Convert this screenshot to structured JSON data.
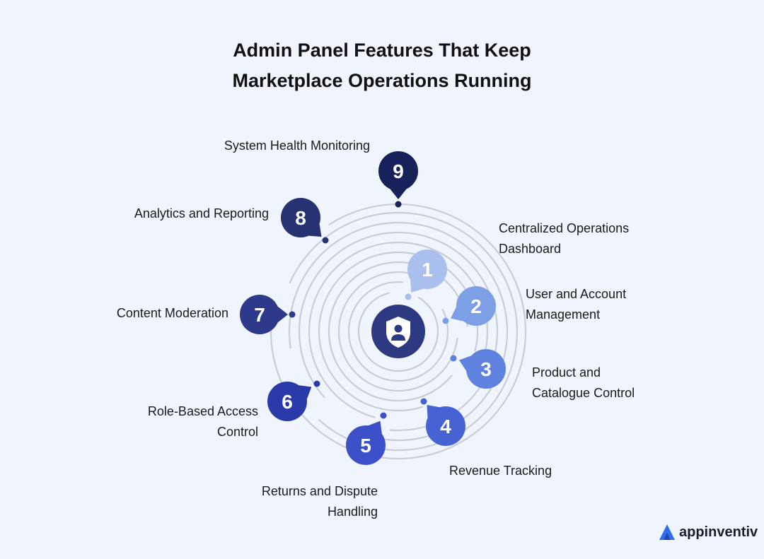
{
  "title": {
    "line1": "Admin Panel Features That Keep",
    "line2": "Marketplace Operations Running"
  },
  "center_icon": "admin-shield-user-icon",
  "features": [
    {
      "number": "1",
      "lines": [
        "Centralized Operations",
        "Dashboard"
      ],
      "color": "#a9c0ee"
    },
    {
      "number": "2",
      "lines": [
        "User and Account",
        "Management"
      ],
      "color": "#7d9fe6"
    },
    {
      "number": "3",
      "lines": [
        "Product and",
        "Catalogue Control"
      ],
      "color": "#5f82de"
    },
    {
      "number": "4",
      "lines": [
        "Revenue Tracking"
      ],
      "color": "#4762d3"
    },
    {
      "number": "5",
      "lines": [
        "Returns and Dispute",
        "Handling"
      ],
      "color": "#3c51c9"
    },
    {
      "number": "6",
      "lines": [
        "Role-Based Access",
        "Control"
      ],
      "color": "#2a3aa8"
    },
    {
      "number": "7",
      "lines": [
        "Content Moderation"
      ],
      "color": "#2d3a8c"
    },
    {
      "number": "8",
      "lines": [
        "Analytics and Reporting"
      ],
      "color": "#263272"
    },
    {
      "number": "9",
      "lines": [
        "System Health Monitoring"
      ],
      "color": "#17215a"
    }
  ],
  "brand": {
    "name": "appinventiv",
    "icon": "appinventiv-logo-icon"
  }
}
